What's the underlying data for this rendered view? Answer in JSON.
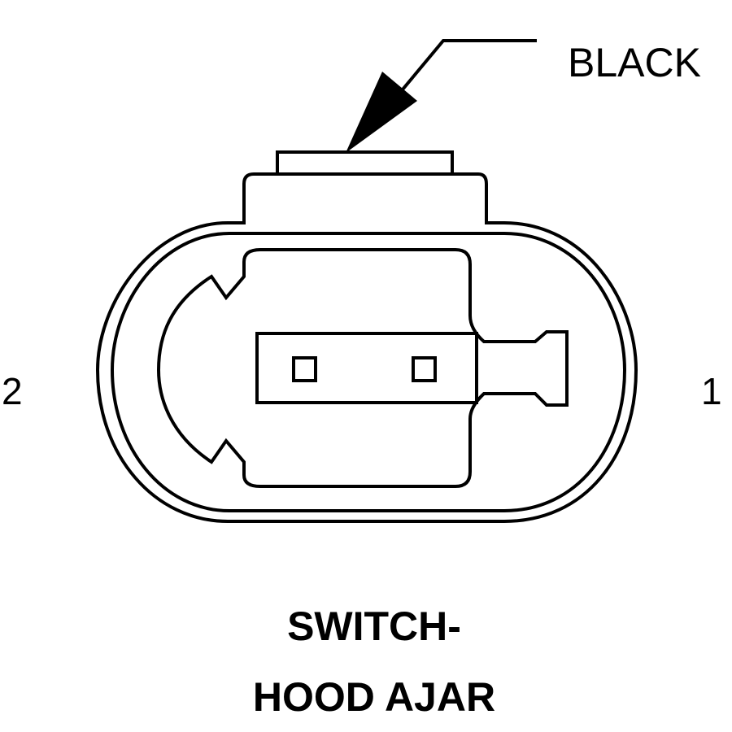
{
  "labels": {
    "wire_color": "BLACK",
    "pin_left": "2",
    "pin_right": "1"
  },
  "title": {
    "line1": "SWITCH-",
    "line2": "HOOD AJAR"
  },
  "colors": {
    "stroke": "#000000",
    "background": "#ffffff"
  }
}
